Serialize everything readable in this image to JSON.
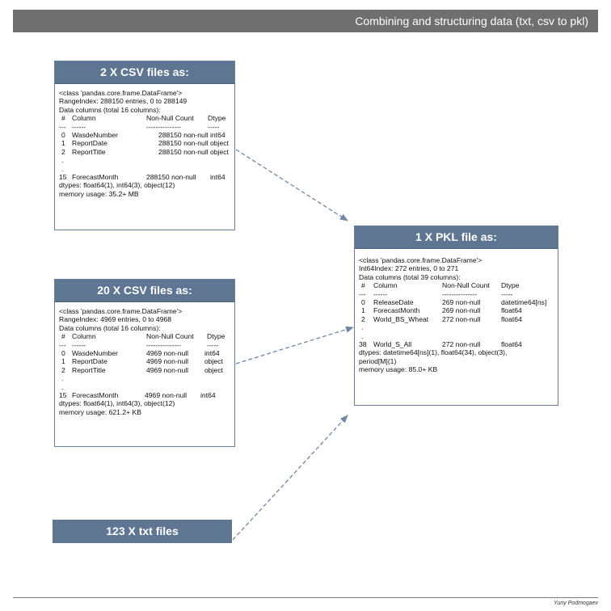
{
  "title": "Combining and structuring data (txt, csv to pkl)",
  "author": "Yuriy Podmogaev",
  "colors": {
    "header_bar": "#6f6f6f",
    "box_header": "#5f7693",
    "arrow": "#6f86a6"
  },
  "box1": {
    "header": "2 X CSV files as:",
    "lines": [
      "<class 'pandas.core.frame.DataFrame'>",
      "RangeIndex: 288150 entries, 0 to 288149",
      "Data columns (total 16 columns):"
    ],
    "col_head": {
      "num": "#",
      "name": "Column",
      "count": "Non-Null Count",
      "dtype": "Dtype"
    },
    "col_sep": {
      "num": "---",
      "name": "------",
      "count": "---------------",
      "dtype": "-----"
    },
    "rows": [
      {
        "num": "0",
        "name": "WasdeNumber",
        "count": "288150 non-null",
        "dtype": "int64"
      },
      {
        "num": "1",
        "name": "ReportDate",
        "count": "288150 non-null",
        "dtype": "object"
      },
      {
        "num": "2",
        "name": "ReportTitle",
        "count": "288150 non-null",
        "dtype": "object"
      }
    ],
    "dots": [
      ".",
      "."
    ],
    "last_row": {
      "num": "15",
      "name": "ForecastMonth",
      "count": "288150 non-null",
      "dtype": "int64"
    },
    "dtypes": "dtypes: float64(1), int64(3), object(12)",
    "memory": "memory usage: 35.2+ MB"
  },
  "box2": {
    "header": "20 X CSV files as:",
    "lines": [
      "<class 'pandas.core.frame.DataFrame'>",
      "RangeIndex: 4969 entries, 0 to 4968",
      "Data columns (total 16 columns):"
    ],
    "col_head": {
      "num": "#",
      "name": "Column",
      "count": "Non-Null Count",
      "dtype": "Dtype"
    },
    "col_sep": {
      "num": "---",
      "name": "------",
      "count": "---------------",
      "dtype": "-----"
    },
    "rows": [
      {
        "num": "0",
        "name": "WasdeNumber",
        "count": "4969 non-null",
        "dtype": "int64"
      },
      {
        "num": "1",
        "name": "ReportDate",
        "count": "4969 non-null",
        "dtype": "object"
      },
      {
        "num": "2",
        "name": "ReportTitle",
        "count": "4969 non-null",
        "dtype": "object"
      }
    ],
    "dots": [
      ".",
      "."
    ],
    "last_row": {
      "num": "15",
      "name": "ForecastMonth",
      "count": "4969 non-null",
      "dtype": "int64"
    },
    "dtypes": "dtypes: float64(1), int64(3), object(12)",
    "memory": "memory usage: 621.2+ KB"
  },
  "box3": {
    "header": "1 X PKL file as:",
    "lines": [
      "<class 'pandas.core.frame.DataFrame'>",
      "Int64Index: 272 entries, 0 to 271",
      "Data columns (total 39 columns):"
    ],
    "col_head": {
      "num": "#",
      "name": "Column",
      "count": "Non-Null Count",
      "dtype": "Dtype"
    },
    "col_sep": {
      "num": "---",
      "name": "------",
      "count": "---------------",
      "dtype": "-----"
    },
    "rows": [
      {
        "num": "0",
        "name": "ReleaseDate",
        "count": "269 non-null",
        "dtype": "datetime64[ns]"
      },
      {
        "num": "1",
        "name": "ForecastMonth",
        "count": "269 non-null",
        "dtype": "float64"
      },
      {
        "num": "2",
        "name": "World_BS_Wheat",
        "count": "272 non-null",
        "dtype": "float64"
      }
    ],
    "dots": [
      ".",
      "."
    ],
    "last_row": {
      "num": "38",
      "name": "World_S_All",
      "count": "272 non-null",
      "dtype": "float64"
    },
    "dtypes": "dtypes: datetime64[ns](1), float64(34), object(3),",
    "dtypes2": "period[M](1)",
    "memory": "memory usage: 85.0+ KB"
  },
  "txt_box": "123 X txt files"
}
